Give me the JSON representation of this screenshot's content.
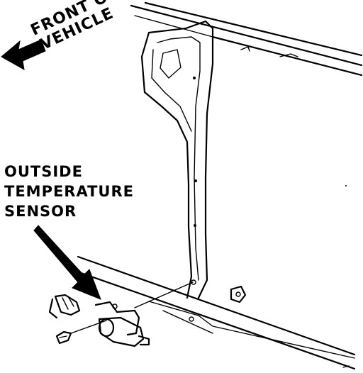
{
  "front_label": {
    "line1": "FRONT OF",
    "line2": "VEHICLE"
  },
  "sensor_label": {
    "line1": "OUTSIDE",
    "line2": "TEMPERATURE",
    "line3": "SENSOR"
  }
}
